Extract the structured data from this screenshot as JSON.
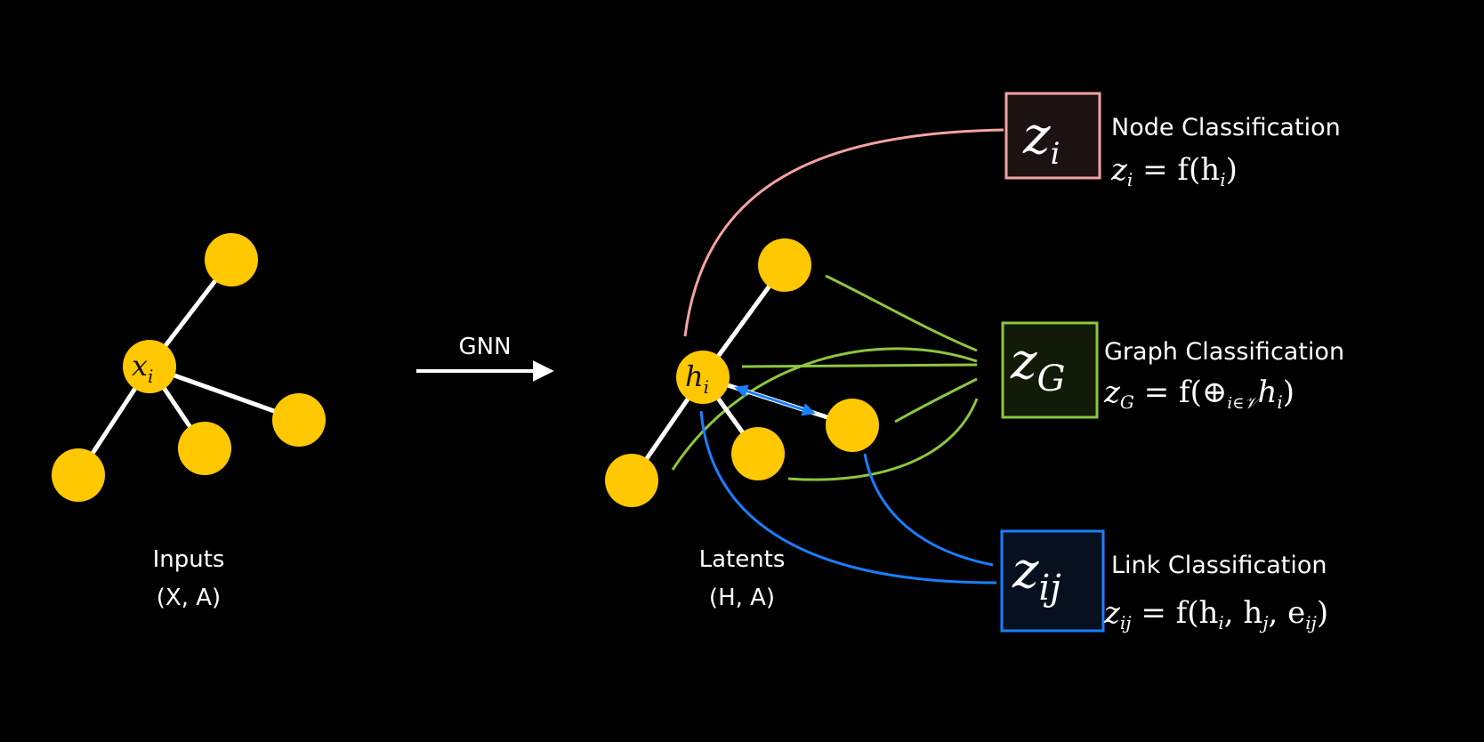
{
  "inputs": {
    "title": "Inputs",
    "subtitle": "(X, A)",
    "center_node_label": "x",
    "center_node_sub": "i"
  },
  "arrow": {
    "label": "GNN"
  },
  "latents": {
    "title": "Latents",
    "subtitle": "(H, A)",
    "center_node_label": "h",
    "center_node_sub": "i"
  },
  "outputs": [
    {
      "box_symbol": "z",
      "box_sub": "i",
      "title": "Node Classification",
      "formula_lhs": "z",
      "formula_lhs_sub": "i",
      "formula_rhs": " = f(h",
      "formula_rhs_sub": "i",
      "formula_tail": ")",
      "color": "#f4a3a3",
      "box_fill": "#1c1212"
    },
    {
      "box_symbol": "z",
      "box_sub": "G",
      "title": "Graph Classification",
      "formula_lhs": "z",
      "formula_lhs_sub": "G",
      "formula_rhs": " = f(⊕",
      "formula_rhs_sub": "i∈𝒱",
      "formula_tail": "h",
      "formula_tail_sub": "i",
      "formula_end": ")",
      "color": "#8dc63f",
      "box_fill": "#121a08"
    },
    {
      "box_symbol": "z",
      "box_sub": "ij",
      "title": "Link Classification",
      "formula_lhs": "z",
      "formula_lhs_sub": "ij",
      "formula_rhs": " = f(h",
      "formula_rhs_sub": "i",
      "formula_mid": ", h",
      "formula_mid_sub": "j",
      "formula_mid2": ", e",
      "formula_mid2_sub": "ij",
      "formula_tail": ")",
      "color": "#1a7fff",
      "box_fill": "#07101e"
    }
  ],
  "colors": {
    "background": "#000000",
    "node": "#ffc800",
    "edge": "#ffffff",
    "node_link": "#f4a3a3",
    "graph_link": "#8dc63f",
    "edge_link": "#1a7fff"
  }
}
